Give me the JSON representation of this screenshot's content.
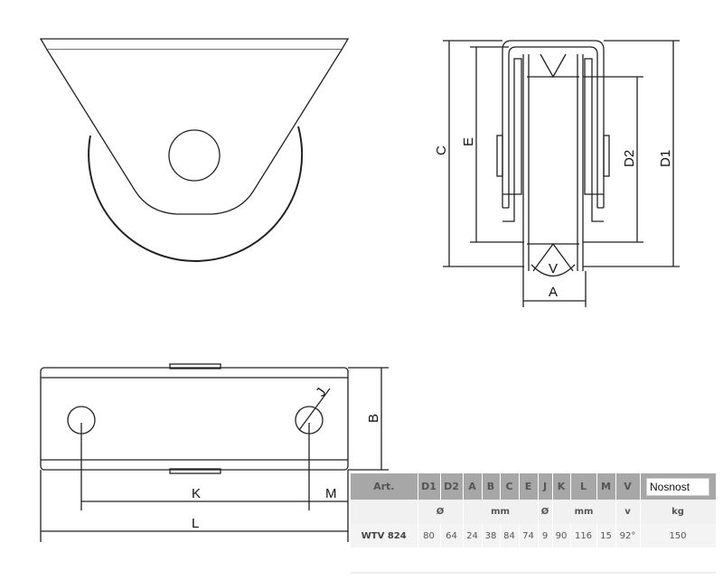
{
  "drawing_labels": {
    "C": "C",
    "E": "E",
    "D2": "D2",
    "D1": "D1",
    "V": "V",
    "A": "A",
    "B": "B",
    "J": "J",
    "K": "K",
    "M": "M",
    "L": "L"
  },
  "table": {
    "headers": [
      "Art.",
      "D1",
      "D2",
      "A",
      "B",
      "C",
      "E",
      "J",
      "K",
      "L",
      "M",
      "V"
    ],
    "capacity_input_value": "Nosnost",
    "units": {
      "diameter1": "Ø",
      "mm1": "mm",
      "diameter2": "Ø",
      "mm2": "mm",
      "v": "v",
      "kg": "kg"
    },
    "rows": [
      {
        "art": "WTV 824",
        "D1": "80",
        "D2": "64",
        "A": "24",
        "B": "38",
        "C": "84",
        "E": "74",
        "J": "9",
        "K": "90",
        "L": "116",
        "M": "15",
        "V": "92°",
        "capacity": "150"
      }
    ]
  }
}
